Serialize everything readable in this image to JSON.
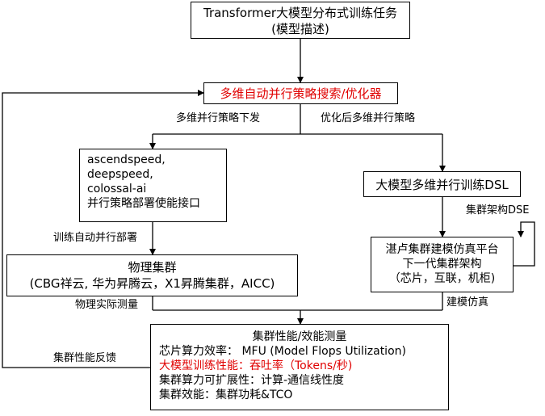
{
  "nodes": {
    "task": {
      "line1": "Transformer大模型分布式训练任务",
      "line2": "(模型描述)"
    },
    "search": {
      "text": "多维自动并行策略搜索/优化器",
      "color": "#e00000"
    },
    "frameworks": {
      "lines": [
        "ascendspeed,",
        "deepspeed,",
        "colossal-ai",
        "并行策略部署使能接口"
      ]
    },
    "dsl": {
      "text": "大模型多维并行训练DSL"
    },
    "cluster": {
      "line1": "物理集群",
      "line2": "(CBG祥云, 华为昇腾云，X1昇腾集群，AICC)"
    },
    "simulator": {
      "lines": [
        "湛卢集群建模仿真平台",
        "下一代集群架构",
        "（芯片，互联，机柜)"
      ]
    },
    "metrics": {
      "title": "集群性能/效能测量",
      "lines": [
        "芯片算力效率：  MFU (Model Flops Utilization)",
        "大模型训练性能：吞吐率（Tokens/秒)",
        "集群算力可扩展性：计算-通信线性度",
        "集群效能：集群功耗&TCO"
      ]
    }
  },
  "edges": {
    "dispatch": "多维并行策略下发",
    "optimized": "优化后多维并行策略",
    "auto_deploy": "训练自动并行部署",
    "arch_dse": "集群架构DSE",
    "measure": "物理实际测量",
    "sim": "建模仿真",
    "feedback": "集群性能反馈"
  },
  "colors": {
    "highlight": "#e00000",
    "stroke": "#000000"
  }
}
